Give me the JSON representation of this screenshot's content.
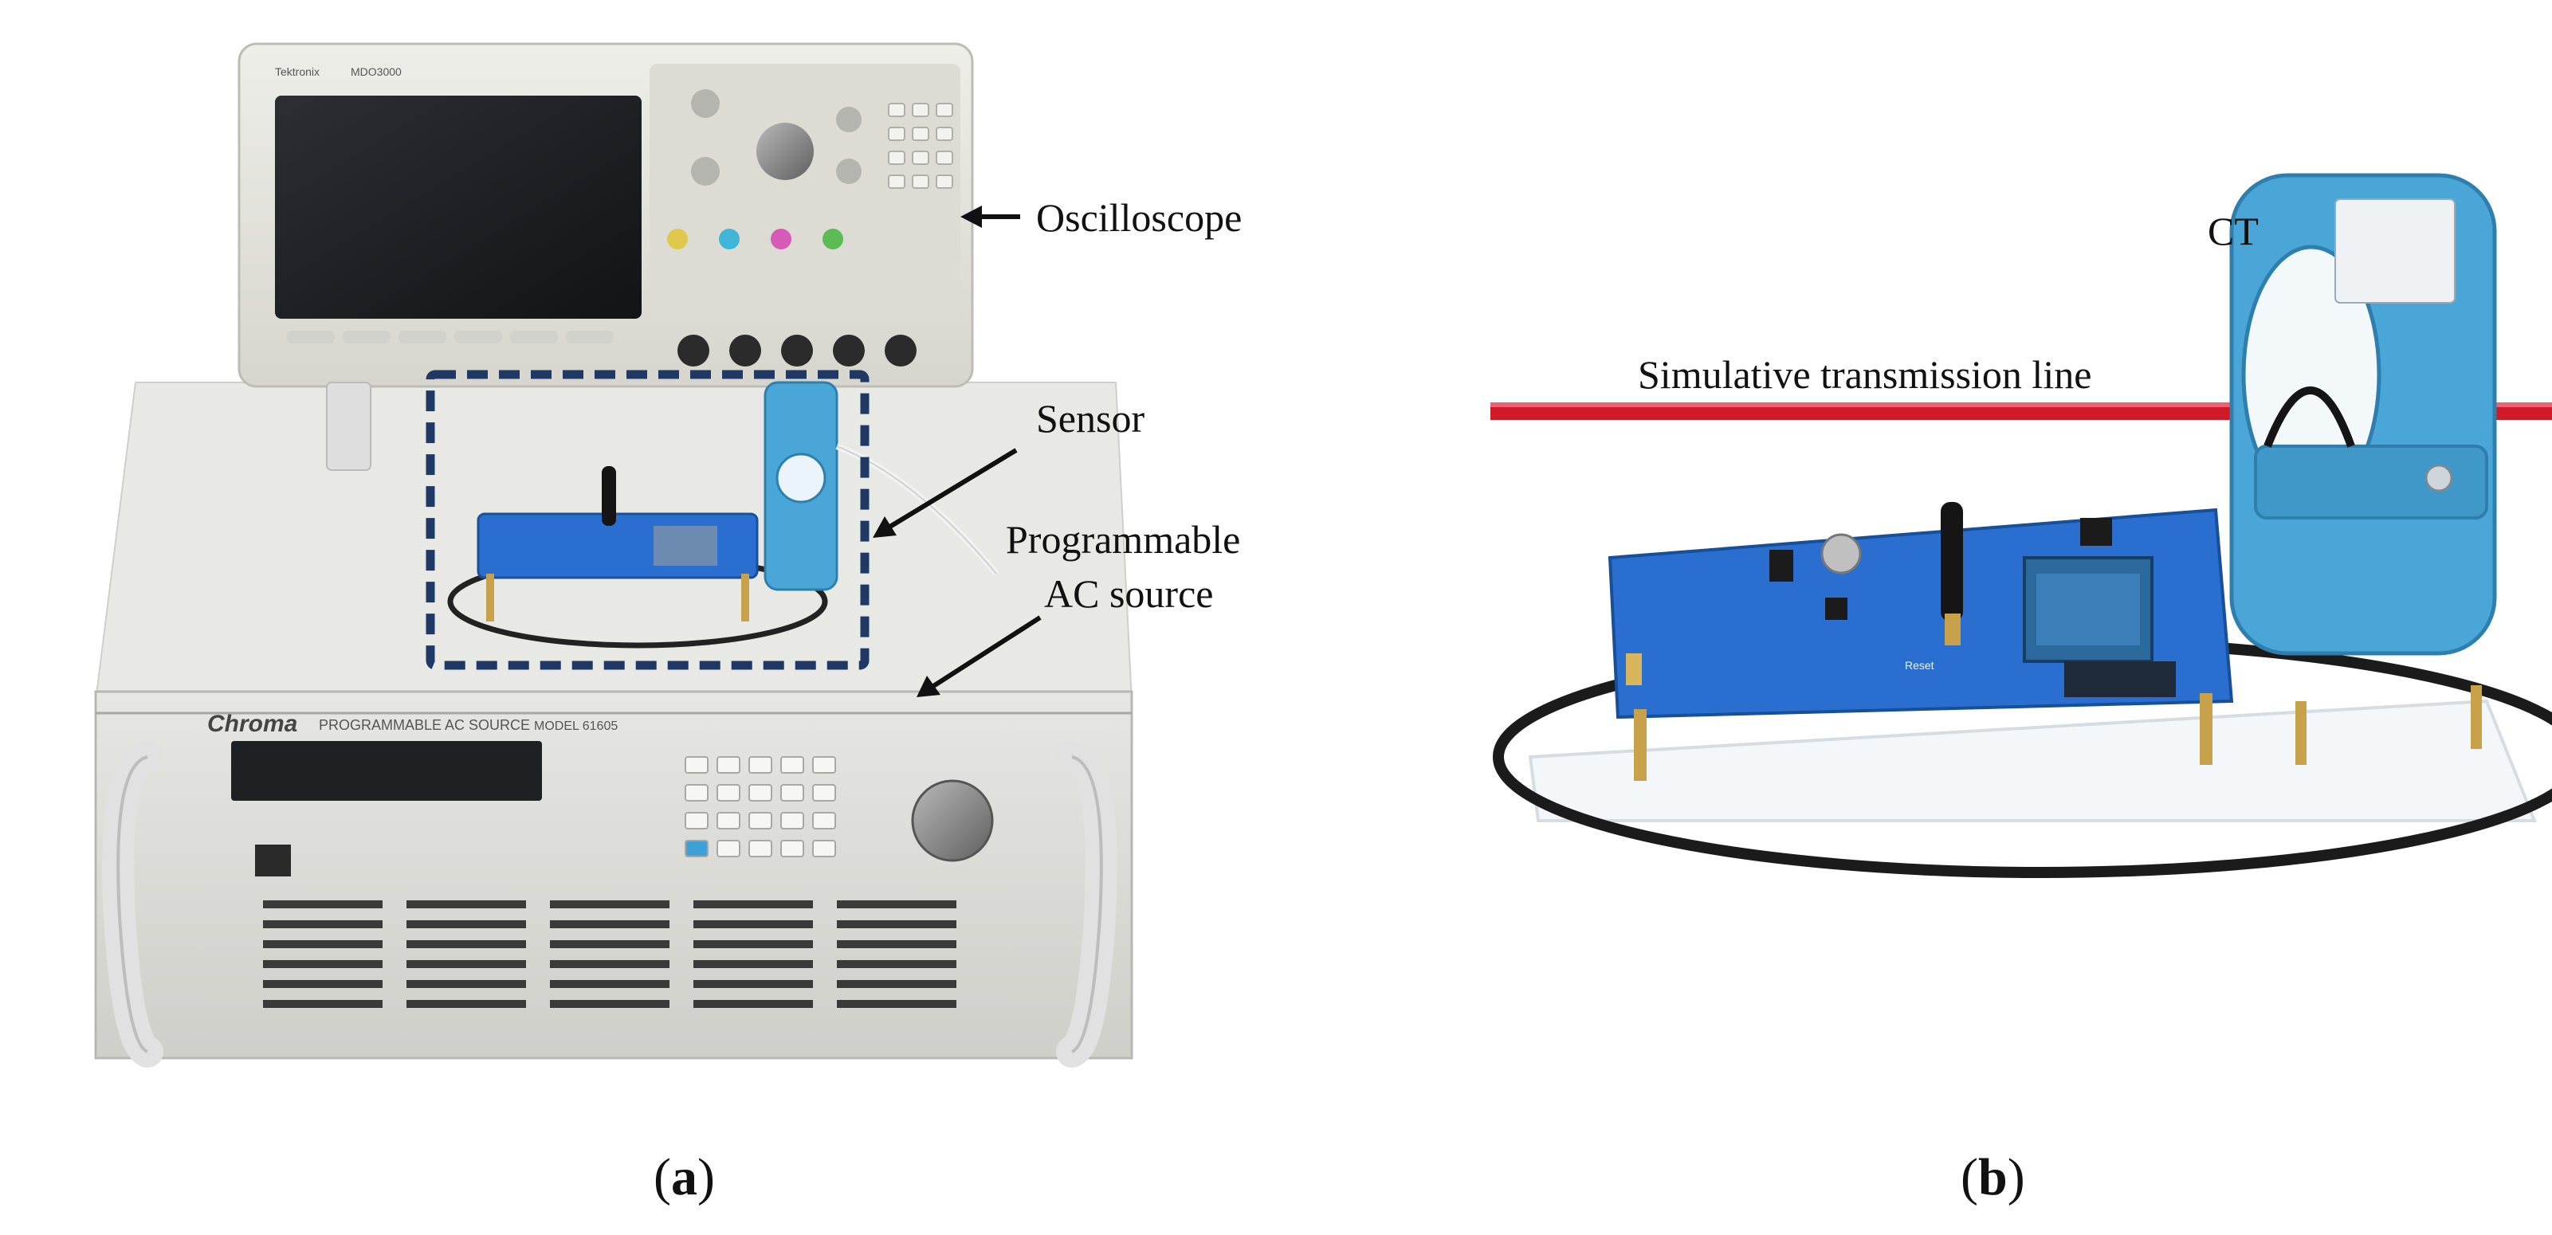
{
  "figure": {
    "panel_a": {
      "caption_letter": "a",
      "labels": {
        "oscilloscope": "Oscilloscope",
        "sensor": "Sensor",
        "programmable_line1": "Programmable",
        "programmable_line2": "AC source"
      },
      "device_text": {
        "scope_brand": "Tektronix",
        "scope_model": "MDO3000",
        "source_brand": "Chroma",
        "source_title": "PROGRAMMABLE AC SOURCE",
        "source_model": "MODEL 61605"
      }
    },
    "panel_b": {
      "caption_letter": "b",
      "labels": {
        "ct": "CT",
        "line": "Simulative transmission line"
      },
      "board_text": {
        "reset": "Reset"
      }
    }
  },
  "colors": {
    "highlight_box": "#1f3864",
    "pcb_blue": "#2a6fd0",
    "ct_blue": "#4aa6d6",
    "red_wire": "#d01a28"
  }
}
